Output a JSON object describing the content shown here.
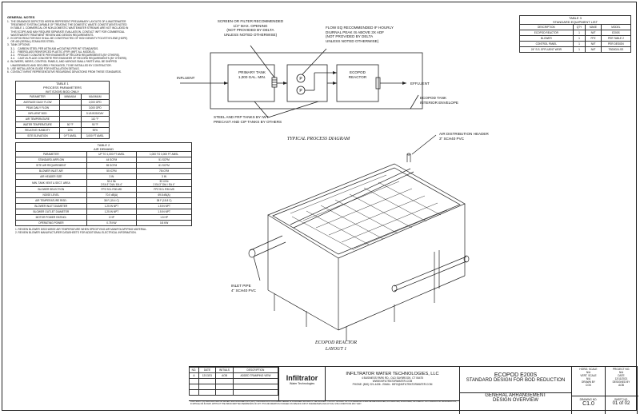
{
  "general_notes": {
    "header": "GENERAL NOTES",
    "lines": [
      "1.  THE DRAWINGS DEPICTED HEREIN REPRESENT PRELIMINARY LAYOUTS OF A WASTEWATER",
      "     TREATMENT SYSTEM CAPABLE OF TREATING THE DOMESTIC WASTE CONSTITUENTS NOTED",
      "     IN TABLE 1. COMMERCIAL OR NON-DOMESTIC WASTEWATER STREAMS ARE NOT INCLUDED IN",
      "     THIS SCOPE AND MAY REQUIRE SEPARATE EVALUATION. CONTACT INFT FOR COMMERCIAL",
      "     WASTEWATER TREATMENT REVIEW AND DESIGN REQUIREMENTS.",
      "2.  ECOPOD REACTOR BOX SHALL BE CONSTRUCTED OF HIGH DENSITY POLYETHYLENE (HDPE)",
      "     OR 400 (SERIAL) STAINLESS STEEL.",
      "3.  TANK OPTIONS:",
      "     3.1.    CARBON STEEL PER ASTM A36 w/COATING PER INT STANDARDS.",
      "     3.2.    FIBERGLASS REINFORCED PLASTIC (FRP) (INFT ALL MODELS).",
      "     3.3.    PRECAST CONCRETE PER ENGINEER OF RECORD REQUIREMENTS (BY OTHERS).",
      "     3.4.    CAST-IN-PLACE CONCRETE PER ENGINEER OF RECORD REQUIREMENTS (BY OTHERS).",
      "4.  BLOWERS, WEIRS, CONTROL PANELS, AND VARIOUS SMALL PARTS WILL BE SHIPPED",
      "     UNASSEMBLED AND SECURELY PACKAGED, TO BE INSTALLED BY CONTRACTOR.",
      "5.  USE INSTALLATION GUIDE FOR INSTALLATION DETAILS.",
      "6.  CONTACT INFINT REPRESENTATIVE REGARDING DEVIATIONS FROM THESE STANDARDS."
    ]
  },
  "table1": {
    "title": "TABLE 1\nPROCESS PARAMETERS\nIWT E200S BOD ONLY",
    "headers": [
      "PARAMETER",
      "MINIMUM",
      "MAXIMUM"
    ],
    "rows": [
      [
        "AVERAGE DAILY FLOW",
        "",
        "2,000 GPD"
      ],
      [
        "PEAK DAILY FLOW",
        "",
        "3,000 GPD"
      ],
      [
        "INFLUENT BOD",
        "",
        "5 LB BOD/DAY"
      ],
      [
        "AIR TEMPERATURE",
        "",
        "110 °F"
      ],
      [
        "WATER TEMPERATURE",
        "50 °F",
        "90 °F"
      ],
      [
        "RELATIVE HUMIDITY",
        "10%",
        "90%"
      ],
      [
        "SITE ELEVATION",
        "0 FT AMSL",
        "3,000 FT AMSL"
      ]
    ]
  },
  "table2": {
    "title": "TABLE 2\nAIR DEMAND",
    "headers": [
      "PARAMETER",
      "UP TO 1,000 FT AMSL",
      "1,000 TO 3,000 FT AMSL"
    ],
    "rows": [
      [
        "STANDARD AIRFLOW",
        "44 SCFM",
        "51 SCFM"
      ],
      [
        "SITE AIR REQUIREMENT",
        "55 SCFM",
        "61 SCFM"
      ],
      [
        "BLOWER INLET AIR",
        "55 ICFM",
        "78 ICFM"
      ],
      [
        "AIR HEADER SIZE",
        "3 IN",
        "3 IN"
      ],
      [
        "MIN. TANK VENT & SECT. AREA",
        "32.4 IN²\n2 EA 3\" DIA / EA 4\"",
        "32.4 IN²\n2 EA 3\" DIA / EA 4\""
      ],
      [
        "BLOWER SELECTION",
        "FPZ SCL R30-MD",
        "FPZ SCL R30-MS"
      ],
      [
        "NOISE LEVEL",
        "70.0 dB(A)",
        "69.8 dB(A)"
      ],
      [
        "AIR TEMPERATURE RISE¹",
        "38 F (15.4 C)",
        "38 F (15.8 C)"
      ],
      [
        "BLOWER INLET DIAMETER",
        "1.25 IN NPT",
        "1.5 IN NPT"
      ],
      [
        "BLOWER OUTLET DIAMETER",
        "1.25 IN NPT",
        "1.5 IN NPT"
      ],
      [
        "MOTOR POWER RATING²",
        "2 HP",
        "1.5 HP"
      ],
      [
        "OPERATING POWER",
        "0.75 KW",
        "0.8 KW"
      ]
    ],
    "footnotes": [
      "1. REVIEW BLOWER DISCHARGE AIR TEMPERATURE WHEN SPECIFYING AIR MANIFOLD/PIPING MATERIAL.",
      "2. REVIEW BLOWER MANUFACTURER DATASHEETS FOR ADDITIONAL ELECTRICAL INFORMATION."
    ]
  },
  "table3": {
    "title": "TABLE 3\nSTANDARD EQUIPMENT LIST",
    "headers": [
      "DESCRIPTION",
      "QTY",
      "MAKE",
      "MODEL"
    ],
    "rows": [
      [
        "ECOPOD REACTOR",
        "1",
        "IWT",
        "E200S"
      ],
      [
        "BLOWER",
        "1",
        "FPZ",
        "PER TABLE 2"
      ],
      [
        "CONTROL PANEL",
        "1",
        "IWT",
        "PER DESIGN"
      ],
      [
        "24\" S.S. EFFLUENT WEIR",
        "1",
        "IWT",
        "TBD0024-SS"
      ]
    ]
  },
  "process_diagram": {
    "caption": "TYPICAL PROCESS DIAGRAM",
    "influent": "INFLUENT",
    "effluent": "EFFLUENT",
    "primary_tank": "PRIMARY TANK\n1,000 GAL. MIN.",
    "reactor": "ECOPOD\nREACTOR",
    "pump_label": "P",
    "screen_note": "SCREEN OR FILTER RECOMMENDED\n1/4\" MAX. OPENING\n(NOT PROVIDED BY DELTA\nUNLESS NOTED OTHERWISE)",
    "floweq_note": "FLOW EQ RECOMMENDED IF HOURLY\nDIURNAL PEAK IS ABOVE 3x ADF\n(NOT PROVIDED BY DELTA\nUNLESS NOTED OTHERWISE)",
    "tanks_note": "STEEL AND FRP TANKS BY IWT\nPRECAST AND CIP TANKS BY OTHERS",
    "envelope_note": "ECOPOD TANK\nINTERIOR ENVELOPE"
  },
  "layout_view": {
    "caption": "ECOPOD REACTOR\nLAYOUT 1",
    "air_header": "AIR DISTRIBUTION HEADER\n3\" SCH40 PVC",
    "inlet_pipe": "INLET PIPE\n4\" SCH40 PVC"
  },
  "title_block": {
    "rev_headers": [
      "NO.",
      "DATE",
      "INITIALS",
      "DESCRIPTION"
    ],
    "rev_row": [
      "A",
      "12/13/21",
      "AOB",
      "ADDED TRAMPING VIEW"
    ],
    "logo": "Infiltrator",
    "logo_sub": "Water Technologies",
    "company": "INFILTRATOR WATER TECHNOLOGIES, LLC",
    "address": "4 BUSINESS PARK RD., OLD SAYBROOK, CT 06475",
    "web": "WWW.INFILTRATORWATER.COM",
    "contact": "PHONE: (800) 221-4436 - EMAIL: INFO@INFILTRATORWATER.COM",
    "copyright": "COPYRIGHT (C) 2022 INFILTRATOR WATER TECHNOLOGIES, LLC (IWT). INFORMATION CONTAINED HEREIN IS CONFIDENTIAL AND IS THE PROPERTY OF IWT. NO PART OF THIS DRAWING SHALL BE REPRODUCED, DISTRIBUTED, DISCLOSED, OR USED BY ANY PERSON OR ORGANIZATION, IN WHOLE OR IN PART, WITHOUT THE PRIOR WRITTEN PERMISSION OF IWT. THIS INFORMATION IS BASED ON SPECIFIC INPUT PARAMETERS AND ACTUAL SITE CONDITIONS MAY VARY.",
    "title_line1": "ECOPOD E200S",
    "title_line2": "STANDARD DESIGN FOR BOD REDUCTION",
    "subtitle_line1": "GENERAL ARRANGEMENT",
    "subtitle_line2": "DESIGN OVERVIEW",
    "horiz_scale_label": "HORIZ. SCALE",
    "horiz_scale": "N/A",
    "vert_scale_label": "VERT. SCALE",
    "vert_scale": "N/A",
    "drawn_by_label": "DRAWN BY",
    "drawn_by": "CGK",
    "project_no_label": "PROJECT NO.",
    "project_no": "N/A",
    "date_label": "DATE",
    "date": "12/11/2021",
    "designed_by_label": "DESIGNED BY",
    "designed_by": "AOB",
    "drawing_no_label": "DRAWING NO.",
    "drawing_no": "C1.0",
    "sheet_no_label": "SHEET NO.",
    "sheet_no": "01 of 02"
  }
}
